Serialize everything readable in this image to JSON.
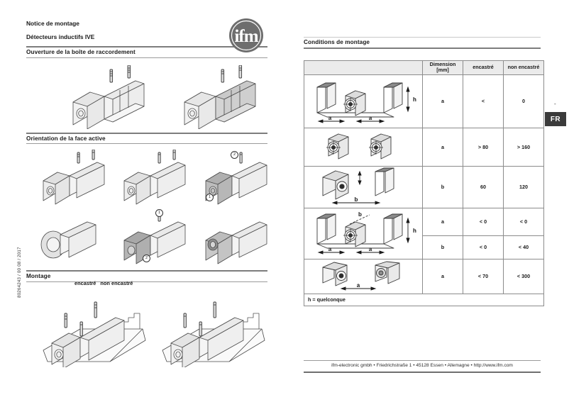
{
  "document": {
    "title_line1": "Notice de montage",
    "title_line2": "Détecteurs inductifs IVE",
    "logo_text": "ifm",
    "doc_number": "80264243 / 00   08 / 2017",
    "language_tab": "FR",
    "language_dash": "-"
  },
  "left": {
    "sections": [
      {
        "heading": "Ouverture de la boîte de raccordement"
      },
      {
        "heading": "Orientation de la face active"
      },
      {
        "heading": "Montage"
      }
    ],
    "montage_labels": {
      "flush": "encastré",
      "non_flush": "non encastré"
    },
    "callouts": [
      "1",
      "2"
    ]
  },
  "right": {
    "heading": "Conditions de montage",
    "table": {
      "headers": [
        "",
        "Dimension [mm]",
        "encastré",
        "non encastré"
      ],
      "header_dimension_line1": "Dimension",
      "header_dimension_line2": "[mm]",
      "rows": [
        {
          "figure": "sensor-between-two-plates-h-a-a",
          "dimension": "a",
          "flush": "<",
          "non_flush": "0"
        },
        {
          "figure": "two-sensors-side-by-side",
          "dimension": "a",
          "flush": "> 80",
          "non_flush": "> 160"
        },
        {
          "figure": "sensor-facing-plate-b",
          "dimension": "b",
          "flush": "60",
          "non_flush": "120"
        },
        {
          "figure": "sensor-between-plates-b-h",
          "dimension": "a",
          "flush": "< 0",
          "non_flush": "< 0"
        },
        {
          "figure": "",
          "dimension": "b",
          "flush": "< 0",
          "non_flush": "< 40"
        },
        {
          "figure": "sensor-facing-opposing-sensor-a",
          "dimension": "a",
          "flush": "< 70",
          "non_flush": "< 300"
        }
      ],
      "footnote": "h = quelconque"
    }
  },
  "footer": {
    "text": "ifm-electronic gmbh • Friedrichstraße 1 • 45128 Essen • Allemagne • http://www.ifm.com"
  },
  "colors": {
    "rule": "#7d7d7d",
    "header_bg": "#ebebeb",
    "tab_bg": "#3b3b3b",
    "text": "#1a1a1a"
  },
  "figure_labels": {
    "a": "a",
    "b": "b",
    "h": "h"
  }
}
